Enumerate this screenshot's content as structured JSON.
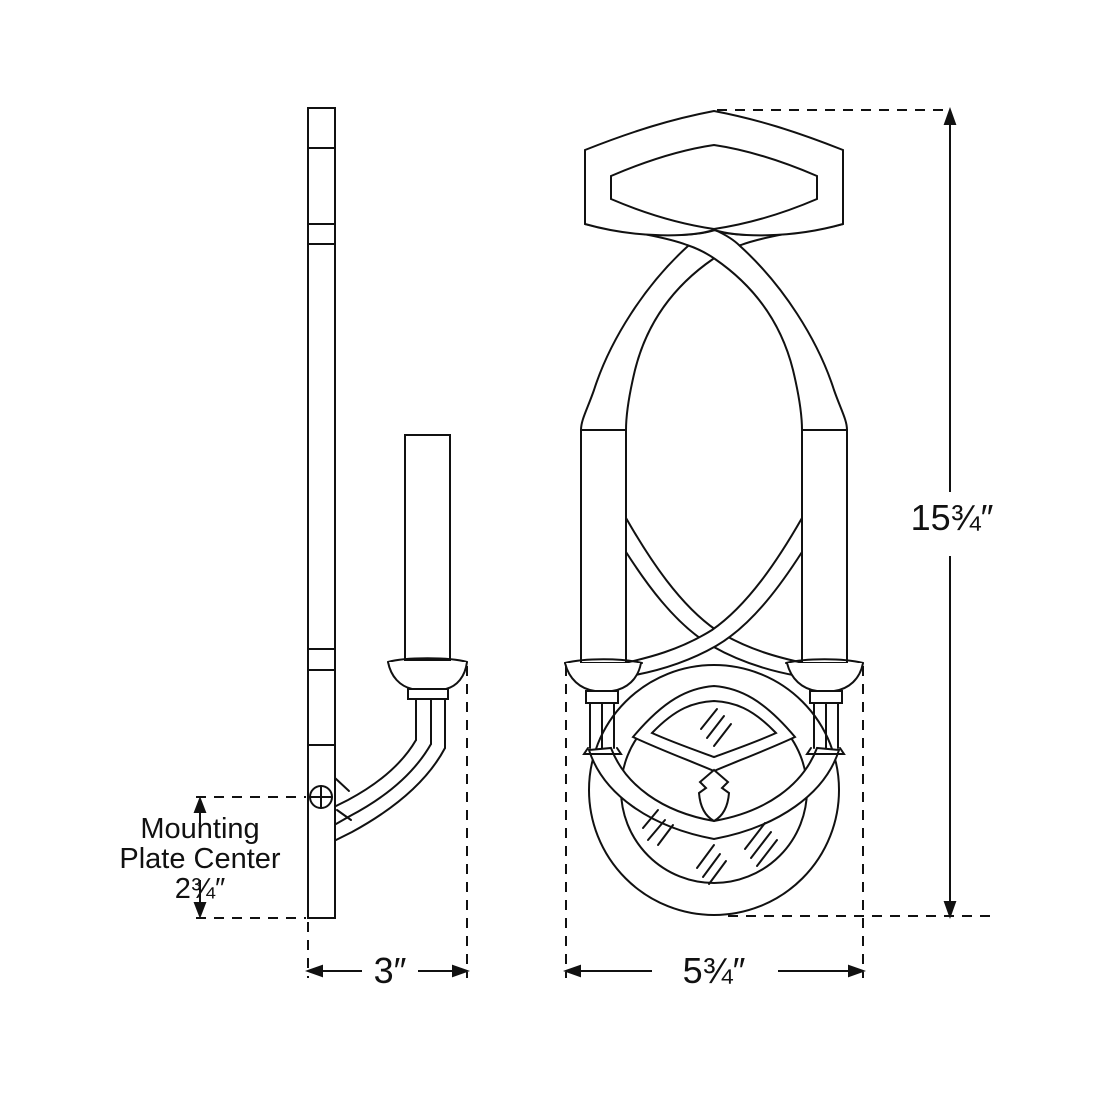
{
  "labels": {
    "mounting_note": {
      "line1": "Mounting",
      "line2": "Plate Center",
      "value": "2¾″"
    },
    "dim_side_width": "3″",
    "dim_front_width": "5¾″",
    "dim_height": "15¾″"
  },
  "colors": {
    "line": "#111111",
    "background": "#ffffff"
  }
}
